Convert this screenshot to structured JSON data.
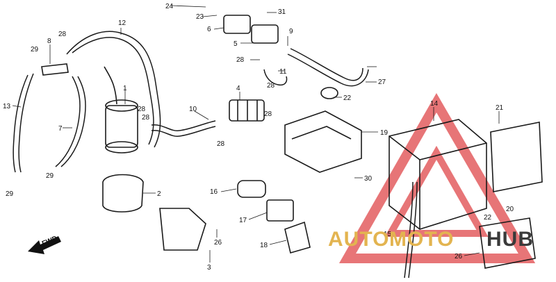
{
  "callouts": [
    "24",
    "23",
    "31",
    "6",
    "12",
    "5",
    "9",
    "8",
    "28",
    "29",
    "28",
    "11",
    "1",
    "28",
    "27",
    "4",
    "22",
    "28",
    "10",
    "21",
    "14",
    "19",
    "13",
    "7",
    "28",
    "29",
    "29",
    "30",
    "2",
    "16",
    "17",
    "26",
    "18",
    "3",
    "15",
    "22",
    "20",
    "26",
    "28",
    "28"
  ],
  "fwd_label": "FWD",
  "watermark": {
    "auto": "AUTO",
    "moto": "MOTO",
    "hub": "HUB",
    "colors": {
      "red": "#e0474a",
      "gold": "#e3b450",
      "dark": "#3a3a3a"
    }
  }
}
